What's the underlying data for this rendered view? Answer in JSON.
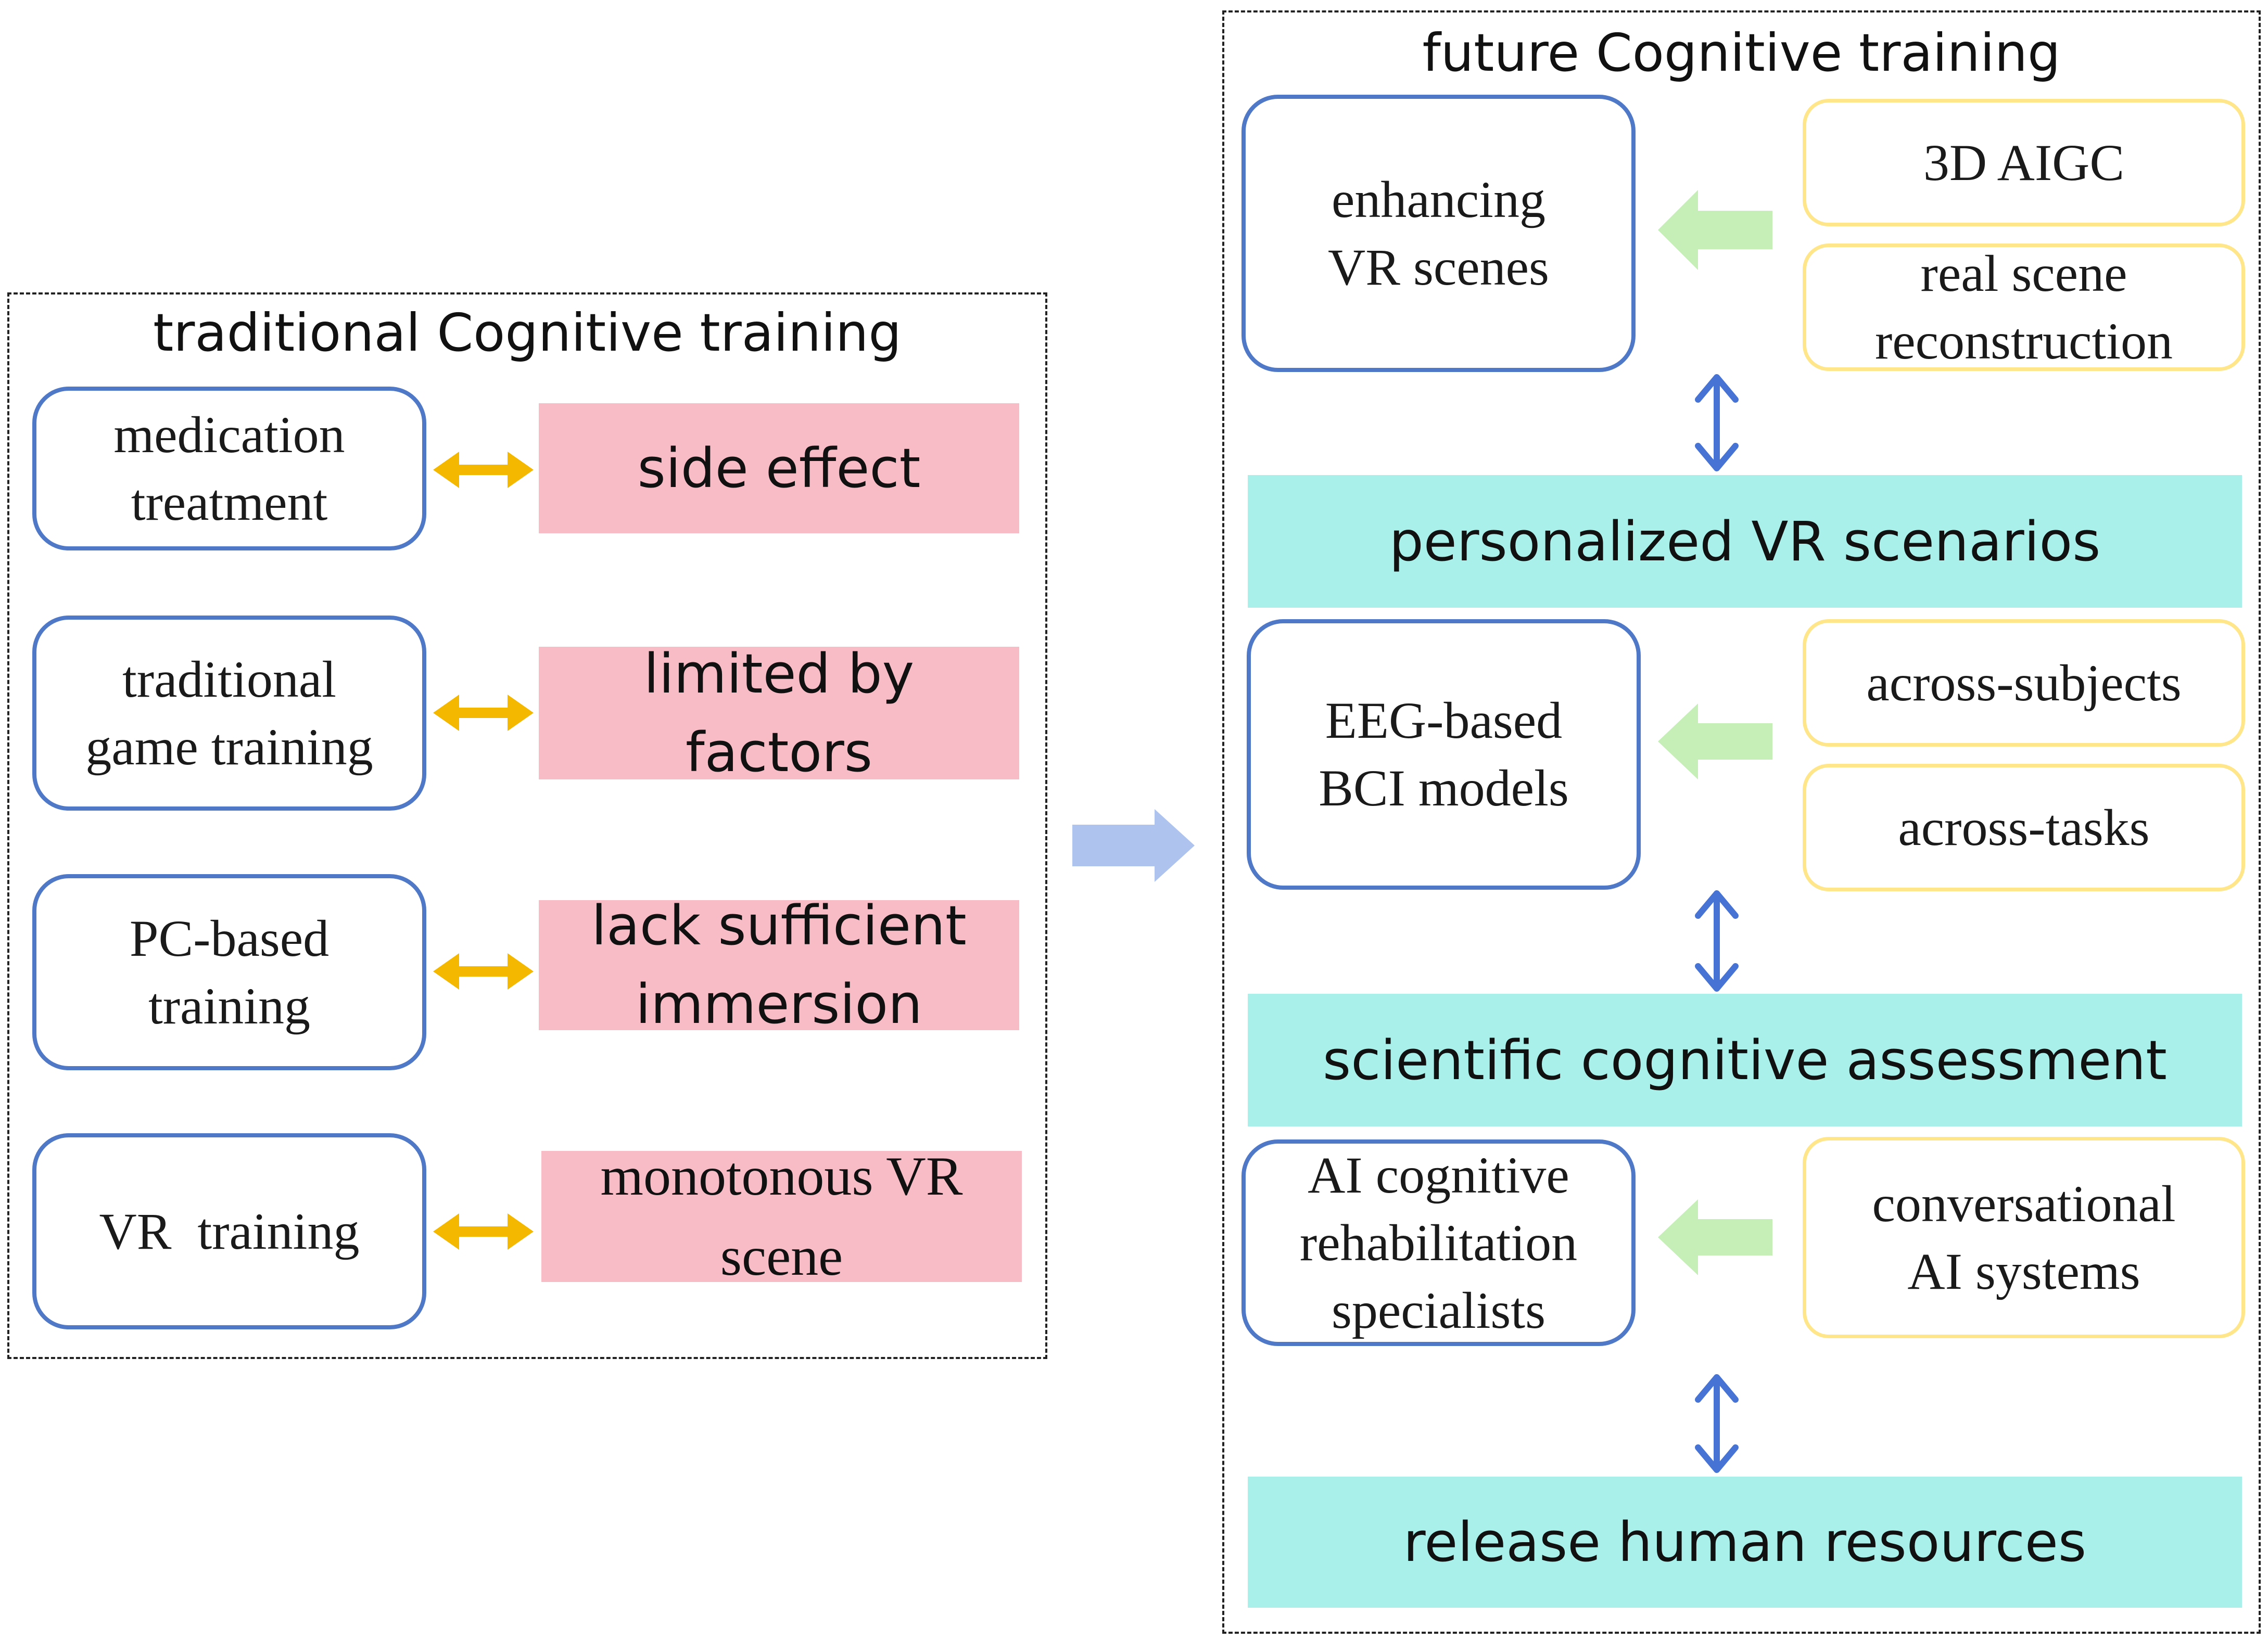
{
  "colors": {
    "blue_border": "#4f79c7",
    "pink_fill": "#f8bcc7",
    "teal_fill": "#a8f0e9",
    "yellow_border": "#ffe68a",
    "gold_arrow": "#f5b800",
    "green_arrow": "#c6efb8",
    "blue_arrow": "#4673d4",
    "big_arrow": "#aec4ee"
  },
  "left_panel": {
    "title": "traditional Cognitive training",
    "rows": [
      {
        "method": [
          "medication",
          "treatment"
        ],
        "limitation": [
          "side effect"
        ],
        "connector_icon": "double-headed-arrow"
      },
      {
        "method": [
          "traditional",
          "game training"
        ],
        "limitation": [
          "limited by",
          "factors"
        ],
        "connector_icon": "double-headed-arrow"
      },
      {
        "method": [
          "PC-based",
          "training"
        ],
        "limitation": [
          "lack sufficient",
          "immersion"
        ],
        "connector_icon": "double-headed-arrow"
      },
      {
        "method": [
          "VR  training"
        ],
        "limitation": [
          "monotonous VR",
          "scene"
        ],
        "connector_icon": "double-headed-arrow"
      }
    ]
  },
  "transition_icon": "right-arrow",
  "right_panel": {
    "title": "future Cognitive training",
    "groups": [
      {
        "focus": [
          "enhancing",
          "VR scenes"
        ],
        "sources": [
          [
            "3D AIGC"
          ],
          [
            "real scene",
            "reconstruction"
          ]
        ],
        "feed_icon": "left-arrow"
      },
      {
        "focus": [
          "EEG-based",
          "BCI models"
        ],
        "sources": [
          [
            "across-subjects"
          ],
          [
            "across-tasks"
          ]
        ],
        "feed_icon": "left-arrow"
      },
      {
        "focus": [
          "AI cognitive",
          "rehabilitation",
          "specialists"
        ],
        "sources": [
          [
            "conversational",
            "AI systems"
          ]
        ],
        "feed_icon": "left-arrow"
      }
    ],
    "outcomes": [
      "personalized VR scenarios",
      "scientific cognitive assessment",
      "release human resources"
    ],
    "link_icon": "vertical-double-arrow"
  }
}
